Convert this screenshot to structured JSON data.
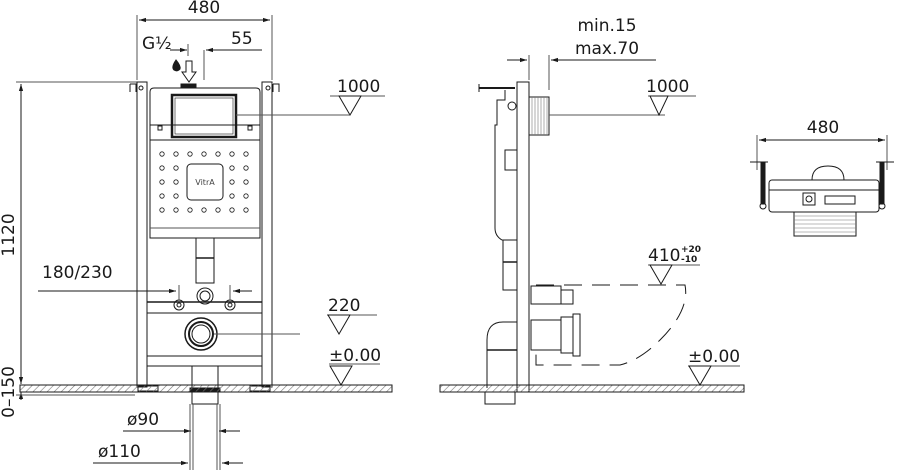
{
  "diagram": {
    "type": "technical-drawing",
    "subject": "Wall-hung WC concealed cistern frame",
    "brand_logo": "VitrA",
    "colors": {
      "line": "#1a1a1a",
      "thin": "#555555",
      "hatch": "#777777",
      "background": "#ffffff"
    }
  },
  "front_view": {
    "width_dim": "480",
    "inlet_label": "G½",
    "inlet_offset": "55",
    "height_dim": "1120",
    "floor_adjust": "0–150",
    "flush_level": "1000",
    "bolt_spacing": "180/230",
    "outlet_level": "220",
    "floor_level": "±0.00",
    "pipe_inner": "ø90",
    "pipe_outer": "ø110",
    "icons": [
      "water-drop-icon",
      "inlet-arrow-icon"
    ]
  },
  "side_view": {
    "wall_gap_min": "min.15",
    "wall_gap_max": "max.70",
    "flush_level": "1000",
    "bowl_height": "410",
    "bowl_tol_plus": "+20",
    "bowl_tol_minus": "-10",
    "floor_level": "±0.00"
  },
  "top_view": {
    "width_dim": "480"
  }
}
